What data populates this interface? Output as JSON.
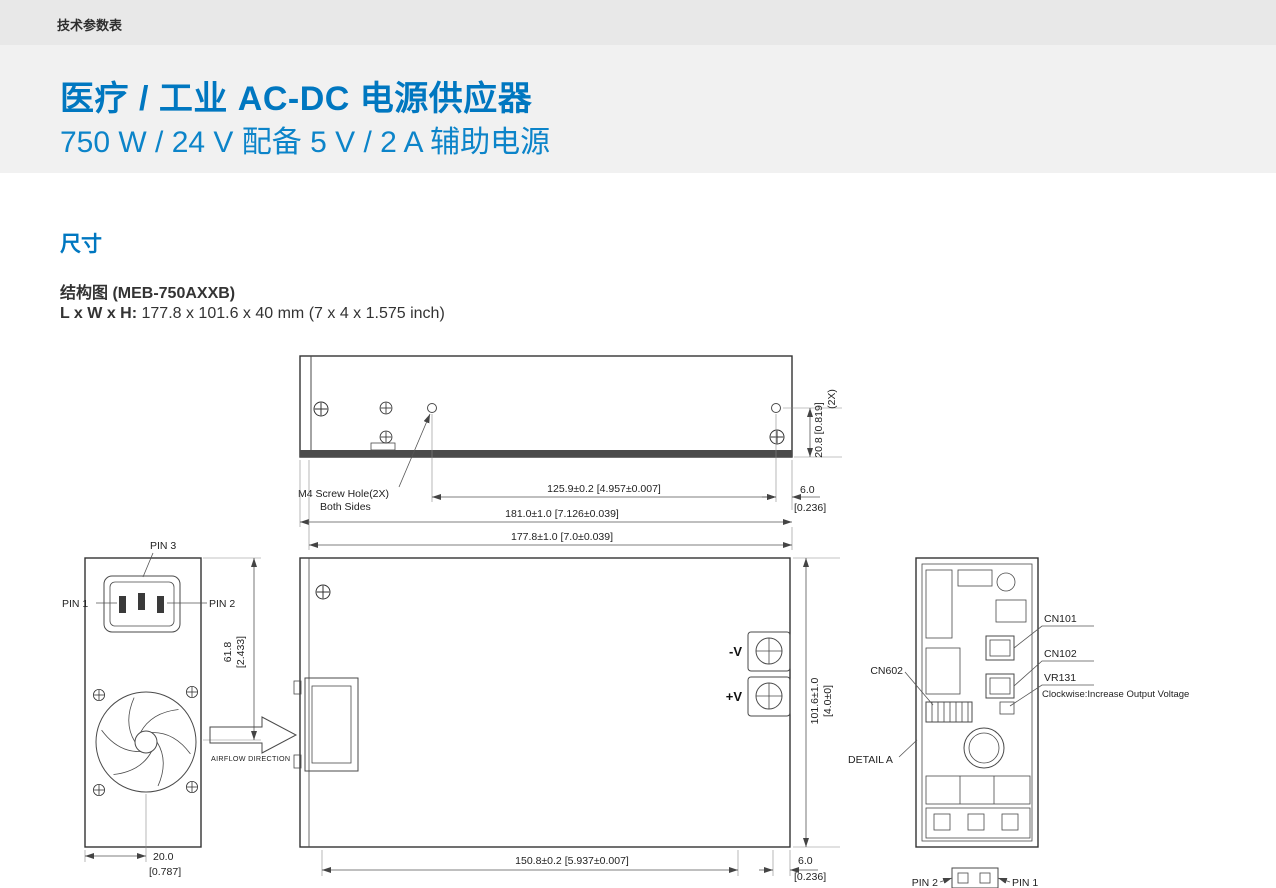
{
  "header": {
    "breadcrumb": "技术参数表",
    "title": "医疗 / 工业 AC-DC 电源供应器",
    "subtitle": "750 W / 24 V 配备 5 V / 2 A 辅助电源",
    "accent_color": "#0077c0"
  },
  "section": {
    "heading": "尺寸",
    "diagram_title": "结构图 (MEB-750AXXB)",
    "lwh_label": "L x W x H:",
    "lwh_value": " 177.8 x 101.6 x 40 mm (7 x 4 x 1.575 inch)"
  },
  "drawing": {
    "top_view": {
      "m4_label_1": "M4 Screw Hole(2X)",
      "m4_label_2": "Both Sides",
      "dim_hole_span": "125.9±0.2 [4.957±0.007]",
      "dim_overall": "181.0±1.0 [7.126±0.039]",
      "dim_body": "177.8±1.0 [7.0±0.039]",
      "dim_height": "20.8 [0.819]",
      "dim_height_qty": "(2X)",
      "dim_edge": "6.0",
      "dim_edge_in": "[0.236]"
    },
    "front_view": {
      "pin1": "PIN 1",
      "pin2": "PIN 2",
      "pin3": "PIN 3",
      "dim_fan_mm": "61.8",
      "dim_fan_in": "[2.433]",
      "dim_offset_mm": "20.0",
      "dim_offset_in": "[0.787]",
      "airflow": "AIRFLOW DIRECTION"
    },
    "bottom_view": {
      "neg_v": "-V",
      "pos_v": "+V",
      "dim_width_mm": "101.6±1.0",
      "dim_width_in": "[4.0±0]",
      "dim_span": "150.8±0.2 [5.937±0.007]",
      "dim_edge": "6.0",
      "dim_edge_in": "[0.236]"
    },
    "side_view": {
      "cn101": "CN101",
      "cn102": "CN102",
      "vr131": "VR131",
      "vr131_note": "Clockwise:Increase Output Voltage",
      "cn602": "CN602",
      "detail_a": "DETAIL A",
      "pin2": "PIN 2",
      "pin1": "PIN 1"
    }
  }
}
